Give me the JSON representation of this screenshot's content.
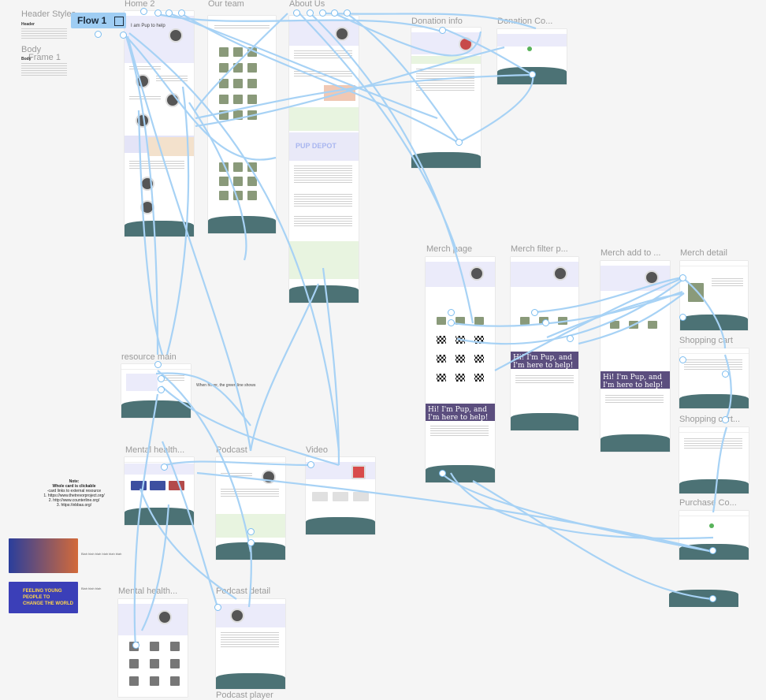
{
  "flow": {
    "label": "Flow 1"
  },
  "frames": [
    {
      "id": "header-styles",
      "label": "Header Styles"
    },
    {
      "id": "body",
      "label": "Body"
    },
    {
      "id": "frame-1",
      "label": "Frame 1"
    },
    {
      "id": "home-2",
      "label": "Home 2"
    },
    {
      "id": "our-team",
      "label": "Our team"
    },
    {
      "id": "about-us",
      "label": "About Us"
    },
    {
      "id": "donation-info",
      "label": "Donation info"
    },
    {
      "id": "donation-complete",
      "label": "Donation Co..."
    },
    {
      "id": "merch-page",
      "label": "Merch page"
    },
    {
      "id": "merch-filter",
      "label": "Merch filter p..."
    },
    {
      "id": "merch-add",
      "label": "Merch add to ..."
    },
    {
      "id": "merch-detail",
      "label": "Merch detail"
    },
    {
      "id": "shopping-cart",
      "label": "Shopping cart"
    },
    {
      "id": "shopping-cart-2",
      "label": "Shopping cart..."
    },
    {
      "id": "purchase-complete",
      "label": "Purchase Co..."
    },
    {
      "id": "resource-main",
      "label": "resource main"
    },
    {
      "id": "mental-health-1",
      "label": "Mental health..."
    },
    {
      "id": "podcast",
      "label": "Podcast"
    },
    {
      "id": "video",
      "label": "Video"
    },
    {
      "id": "mental-health-2",
      "label": "Mental health..."
    },
    {
      "id": "podcast-detail",
      "label": "Podcast detail"
    },
    {
      "id": "podcast-player",
      "label": "Podcast player"
    }
  ],
  "left_doc": {
    "header": "Header",
    "body": "Body"
  },
  "annotation": "When hover, the green line shows",
  "note": {
    "title": "Note:",
    "subtitle": "Whole card is clickable",
    "subtitle2": "-card links to external resource",
    "links": [
      "1. https://www.thetrevorproject.org/",
      "2. http://www.counterline.org/",
      "3. https://ebbas.org/"
    ]
  },
  "about_us": {
    "banner_text": "PUP DEPOT"
  },
  "merch": {
    "banner_text": "Hi! I'm Pup, and I'm here to help!"
  },
  "hero": {
    "home_text": "I am Pup to help"
  },
  "thumb_captions": {
    "left_1": "Blah blah blah blah blah blah",
    "left_2": "Blah blah blah"
  },
  "video_thumb_2": {
    "line1": "FEELING YOUNG PEOPLE TO",
    "line2": "CHANGE THE WORLD"
  },
  "colors": {
    "accent": "#9fcdf3",
    "footer": "#4c7275",
    "hero": "#ebebfa",
    "green": "#e8f4e0",
    "connector": "#a7d2f5"
  }
}
